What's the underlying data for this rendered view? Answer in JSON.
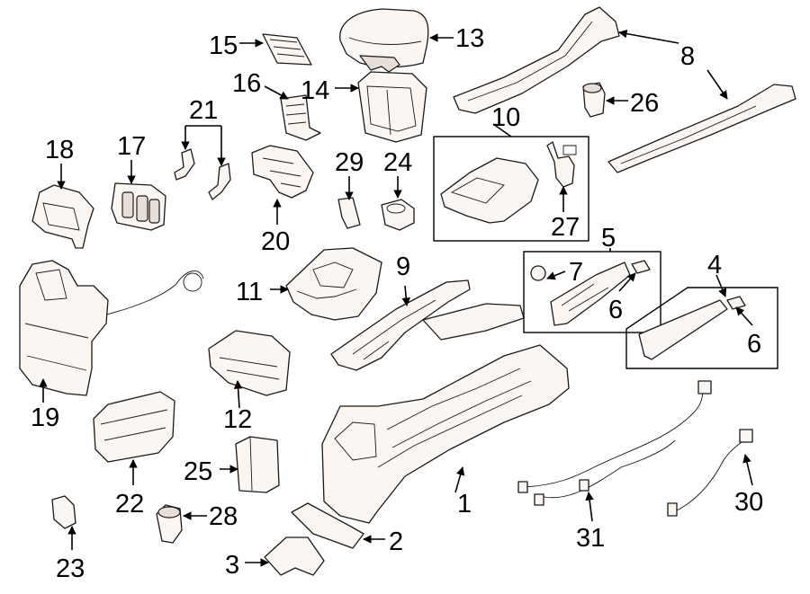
{
  "diagram": {
    "callouts": {
      "c1": "1",
      "c2": "2",
      "c3": "3",
      "c4": "4",
      "c5": "5",
      "c6a": "6",
      "c6b": "6",
      "c7": "7",
      "c8": "8",
      "c9": "9",
      "c10": "10",
      "c11": "11",
      "c12": "12",
      "c13": "13",
      "c14": "14",
      "c15": "15",
      "c16": "16",
      "c17": "17",
      "c18": "18",
      "c19": "19",
      "c20": "20",
      "c21": "21",
      "c22": "22",
      "c23": "23",
      "c24": "24",
      "c25": "25",
      "c26": "26",
      "c27": "27",
      "c28": "28",
      "c29": "29",
      "c30": "30",
      "c31": "31"
    }
  }
}
